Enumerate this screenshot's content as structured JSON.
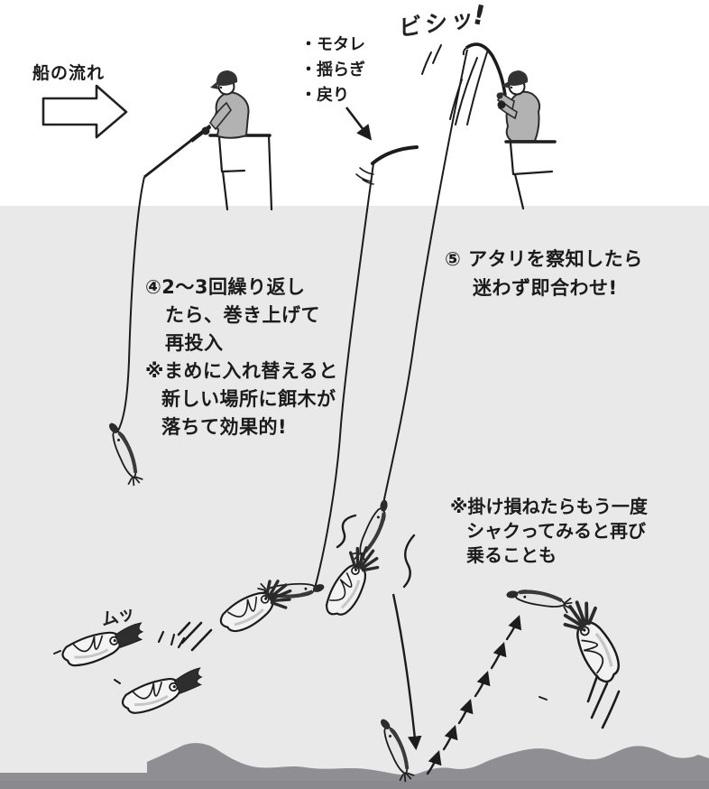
{
  "texts": {
    "flow_label": "船の流れ",
    "bite_signs": [
      "・モタレ",
      "・揺らぎ",
      "・戻り"
    ],
    "step4_lines": [
      "④2〜3回繰り返し",
      "たら、巻き上げて",
      "再投入",
      "※まめに入れ替えると",
      "新しい場所に餌木が",
      "落ちて効果的!"
    ],
    "step5_lines": [
      "⑤ アタリを察知したら",
      "迷わず即合わせ!"
    ],
    "retry_note_lines": [
      "※掛け損ねたらもう一度",
      "シャクってみると再び",
      "乗ることも"
    ],
    "sfx_strike": "ビシッ",
    "sfx_strike_bang": "!",
    "sfx_grab": "ムッ"
  },
  "colors": {
    "water": "#e9e9ea",
    "seafloor": "#8e8e93",
    "seafloor_shadow": "#85858a",
    "ink": "#1b1b1b",
    "hoodie": "#b2b2b2",
    "cap": "#333333"
  }
}
